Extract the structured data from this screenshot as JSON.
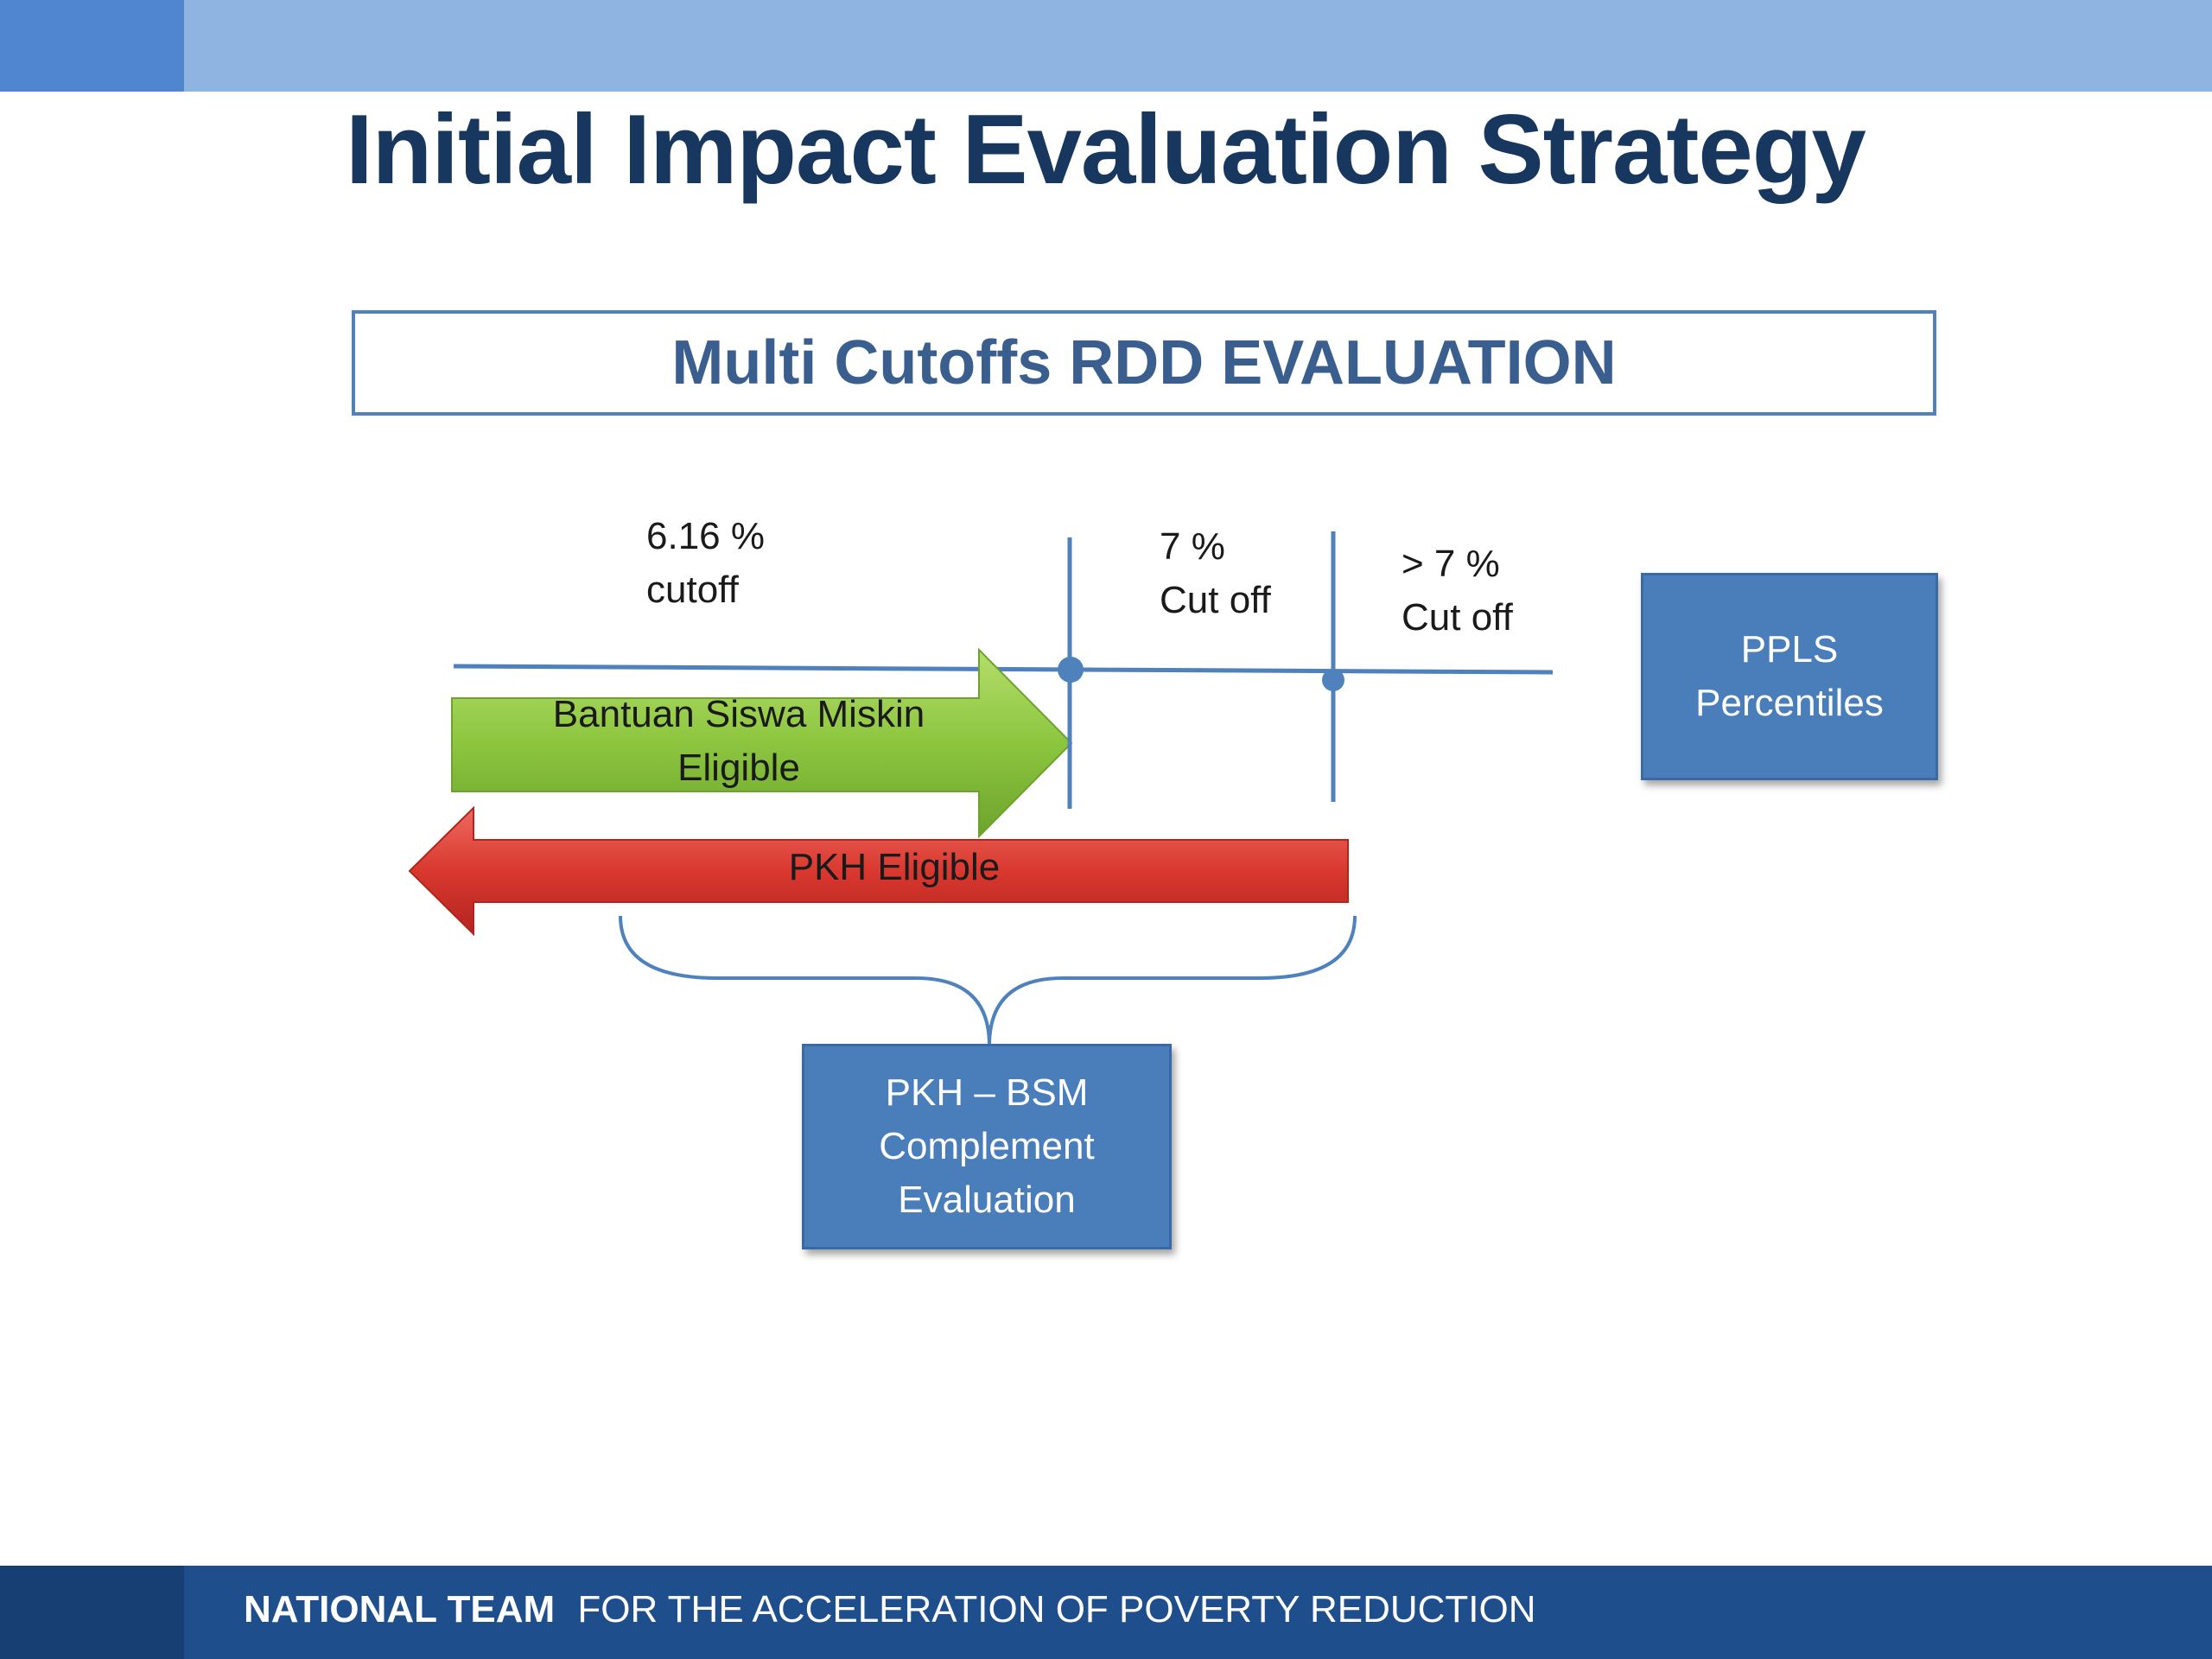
{
  "slide": {
    "title": "Initial Impact Evaluation Strategy",
    "subtitle": "Multi Cutoffs RDD EVALUATION"
  },
  "diagram": {
    "cutoff_616": [
      "6.16 %",
      "cutoff"
    ],
    "cutoff_7": [
      "7 %",
      "Cut off"
    ],
    "cutoff_gt7": [
      "> 7 %",
      "Cut off"
    ],
    "ppls_box": [
      "PPLS",
      "Percentiles"
    ],
    "green_arrow": [
      "Bantuan Siswa Miskin",
      "Eligible"
    ],
    "red_arrow": "PKH Eligible",
    "complement_box": [
      "PKH – BSM",
      "Complement",
      "Evaluation"
    ]
  },
  "footer": {
    "strong": "NATIONAL TEAM",
    "rest": "FOR THE ACCELERATION OF POVERTY REDUCTION"
  },
  "colors": {
    "title": "#17375e",
    "top_bar": "#8fb4e1",
    "top_bar_accent": "#4f86cf",
    "box_blue": "#4a7ebb",
    "green_arrow": "#8cc63f",
    "red_arrow": "#d9382f",
    "footer": "#1f4e8c"
  }
}
